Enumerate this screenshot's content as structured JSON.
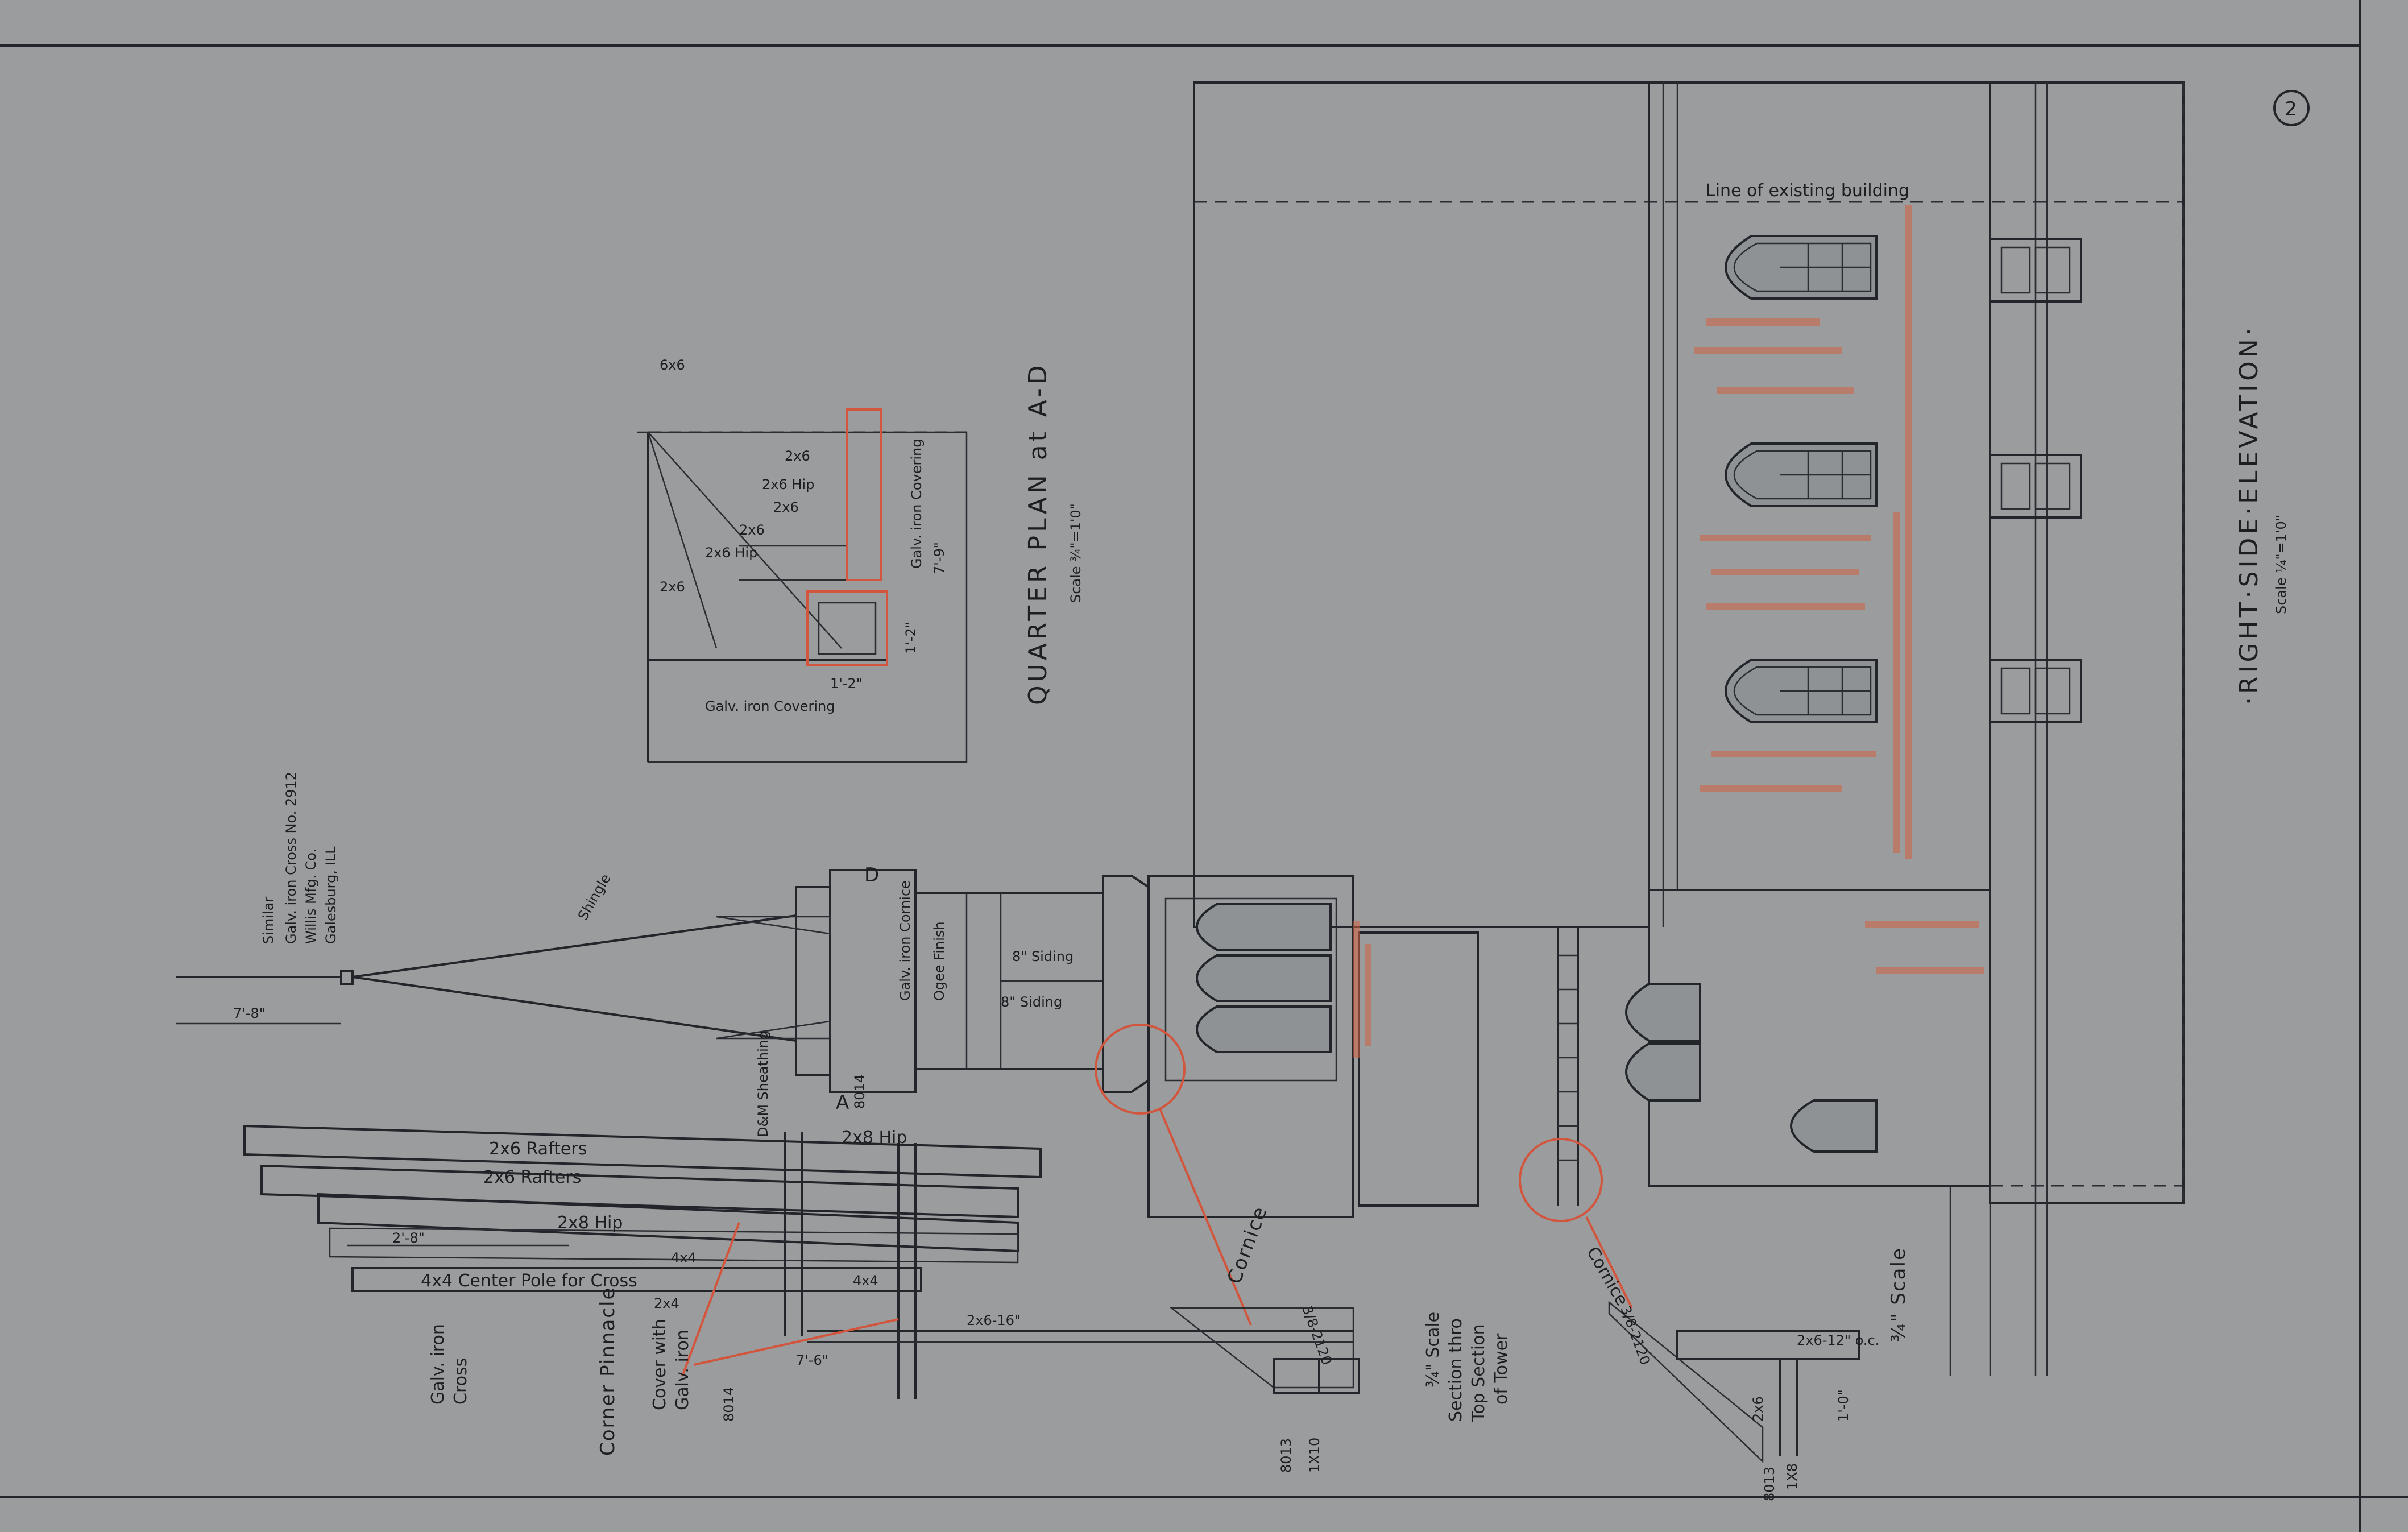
{
  "sheet": {
    "number": "2",
    "colors": {
      "paper": "#9a9c9e",
      "ink": "#22252a",
      "redline": "#d2563e"
    }
  },
  "elevation": {
    "title": "·RIGHT·SIDE·ELEVATION·",
    "scale": "Scale ¼\"=1'0\"",
    "existing_line_note": "Line of existing building"
  },
  "quarter_plan": {
    "title": "QUARTER PLAN at A-D",
    "scale": "Scale ¾\"=1'0\"",
    "dims": [
      "6x6",
      "2x6",
      "2x6 Hip",
      "2x6",
      "2x6 Hip",
      "2x6",
      "2x6",
      "1'-2\"",
      "1'-2\"",
      "7'-9\"",
      "Galv. iron Covering"
    ],
    "covering_note": "Galv. iron Covering"
  },
  "tower": {
    "cross_note": [
      "Similar",
      "Galv. iron Cross No. 2912",
      "Willis Mfg. Co.",
      "Galesburg, ILL"
    ],
    "shingle": "Shingle",
    "cross_dim": "7'-8\"",
    "siding_upper": "8\" Siding",
    "siding_lower": "8\" Siding",
    "galv_cornice": "Galv. iron Cornice",
    "ogee": "Ogee Finish",
    "letter_a": "A",
    "letter_d": "D",
    "marks": [
      "8014",
      "D&M Sheathing"
    ]
  },
  "section": {
    "rafters_1": "2x6 Rafters",
    "rafters_2": "2x6 Rafters",
    "hip_1": "2x8 Hip",
    "hip_2": "2x8 Hip",
    "dim_28": "2'-8\"",
    "center_pole": "4x4 Center Pole for Cross",
    "post_4x4": "4x4",
    "post_4x4b": "4x4",
    "brace_2x4": "2x4",
    "dim_76": "7'-6\"",
    "joists": "2x6-16\"",
    "cornice": "Cornice",
    "n_8013": "8013",
    "n_1x10": "1X10",
    "note_3_8": "3/8-2120",
    "galv_cross": [
      "Galv. iron",
      "Cross"
    ],
    "corner_pinnacle": "Corner Pinnacle",
    "cover_with": [
      "Cover with",
      "Galv. iron"
    ],
    "n_8014": "8014",
    "section_note": [
      "¾\" Scale",
      "Section thro",
      "Top Section",
      "of Tower"
    ]
  },
  "eave_detail": {
    "cornice": "Cornice",
    "note": "2x6-12\" o.c.",
    "scale": "¾\" Scale",
    "marks": [
      "8013",
      "1X8",
      "2x6",
      "1'-0\"",
      "3/8-2120"
    ]
  }
}
